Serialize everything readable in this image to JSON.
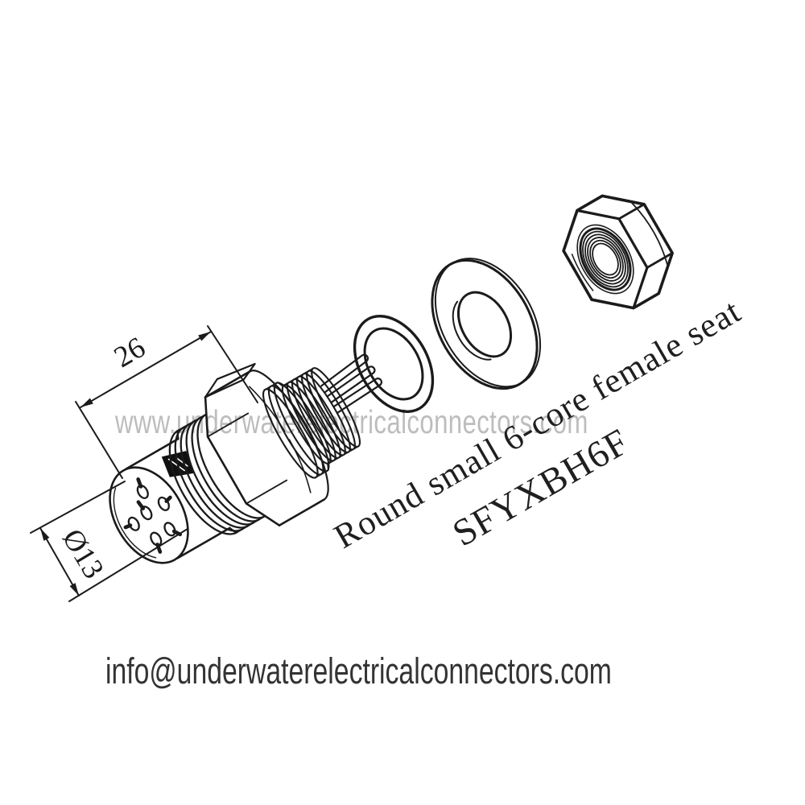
{
  "watermark": {
    "text": "www.underwaterelectricalconnectors.com",
    "color": "#bdbdbd"
  },
  "footer": {
    "email": "info@underwaterelectricalconnectors.com",
    "color": "#333333"
  },
  "drawing": {
    "title_line1": "Round small 6-core female seat",
    "part_number": "SFYXBH6F",
    "dimensions": {
      "length": "26",
      "diameter": "Ø13"
    },
    "pin_count": 6
  },
  "colors": {
    "ink": "#1b1b1b",
    "background": "#ffffff"
  }
}
